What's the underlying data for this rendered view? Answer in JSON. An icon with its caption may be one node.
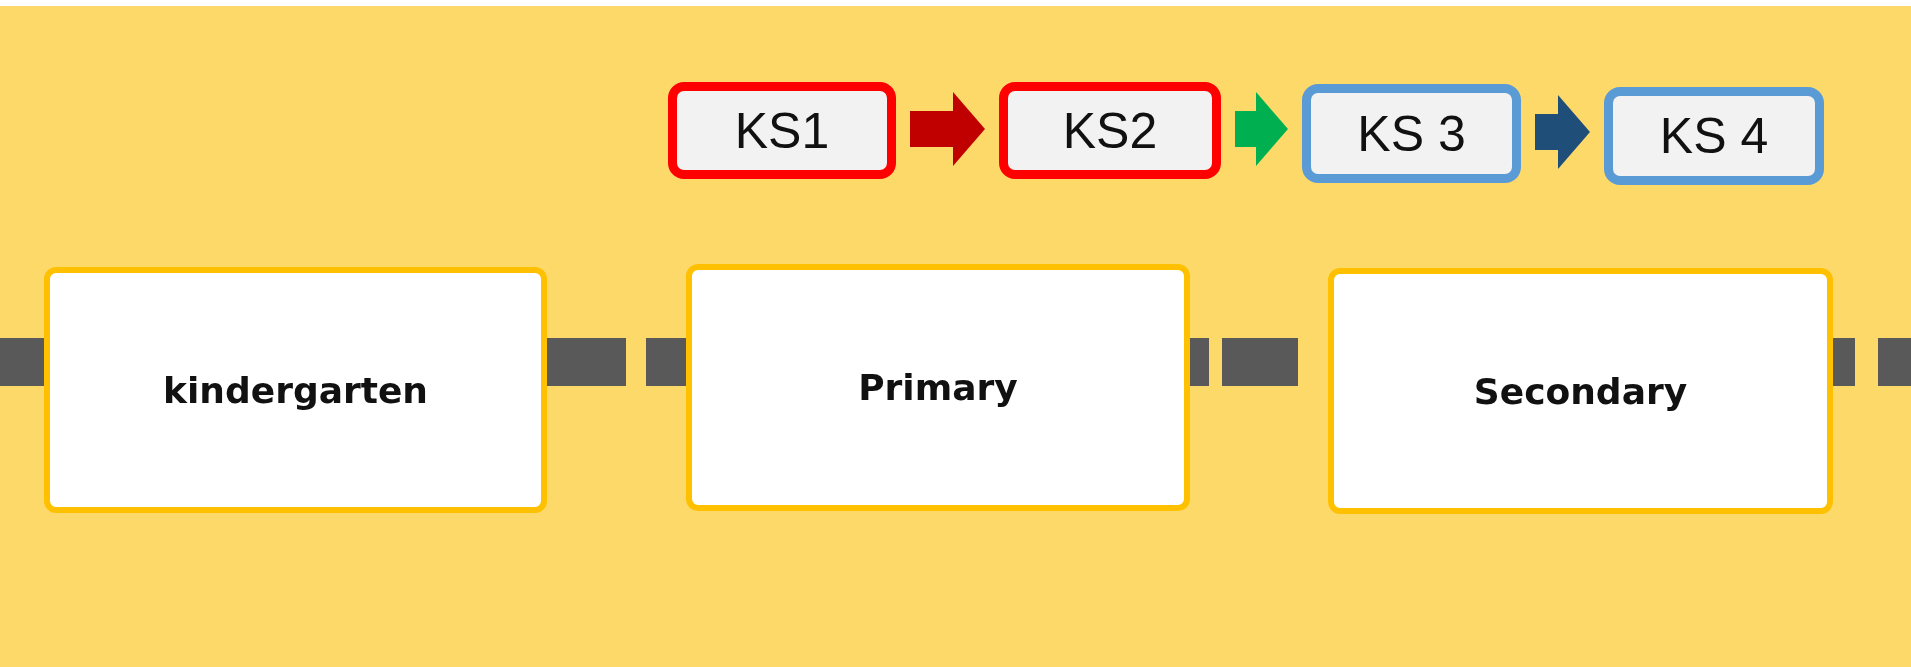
{
  "diagram": {
    "nodes": [
      {
        "text": [
          "KS1"
        ]
      },
      {
        "text": [
          "KS2"
        ]
      },
      {
        "text": [
          "KS 3"
        ]
      },
      {
        "text": [
          "KS 4"
        ]
      },
      {
        "text": [
          "kindergarten"
        ]
      },
      {
        "text": [
          "Primary"
        ]
      },
      {
        "text": [
          "Secondary"
        ]
      }
    ],
    "edges": [
      {
        "from": 0,
        "to": 1,
        "arrow": "to",
        "color": "#c00000"
      },
      {
        "from": 1,
        "to": 2,
        "arrow": "to",
        "color": "#00b050"
      },
      {
        "from": 2,
        "to": 3,
        "arrow": "to",
        "color": "#1f4e79"
      },
      {
        "from": null,
        "to": 4,
        "arrow": "none",
        "style": "dashed"
      },
      {
        "from": 4,
        "to": 5,
        "arrow": "none",
        "style": "dashed"
      },
      {
        "from": 5,
        "to": 6,
        "arrow": "none",
        "style": "dashed"
      },
      {
        "from": 6,
        "to": null,
        "arrow": "none",
        "style": "dashed"
      }
    ]
  }
}
